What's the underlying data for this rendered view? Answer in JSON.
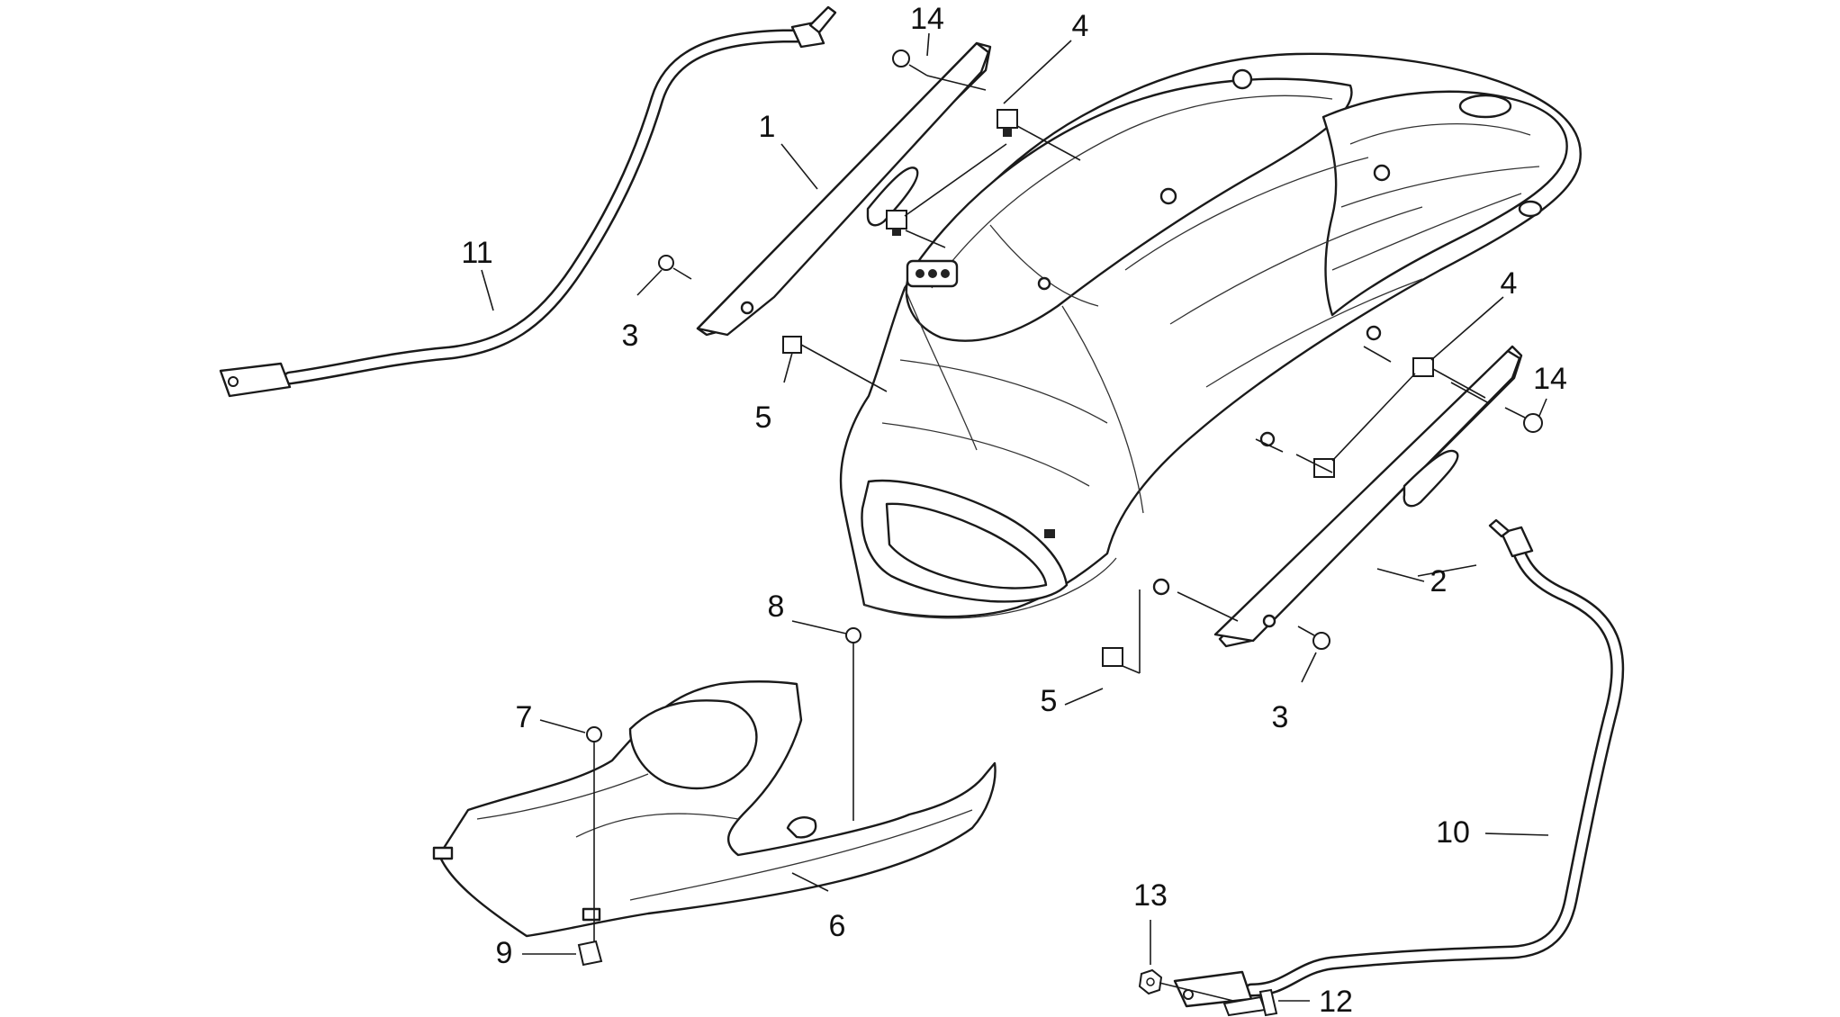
{
  "callouts": [
    {
      "id": "c1",
      "label": "1"
    },
    {
      "id": "c2",
      "label": "2"
    },
    {
      "id": "c3a",
      "label": "3"
    },
    {
      "id": "c3b",
      "label": "3"
    },
    {
      "id": "c4a",
      "label": "4"
    },
    {
      "id": "c4b",
      "label": "4"
    },
    {
      "id": "c5a",
      "label": "5"
    },
    {
      "id": "c5b",
      "label": "5"
    },
    {
      "id": "c6",
      "label": "6"
    },
    {
      "id": "c7",
      "label": "7"
    },
    {
      "id": "c8",
      "label": "8"
    },
    {
      "id": "c9",
      "label": "9"
    },
    {
      "id": "c10",
      "label": "10"
    },
    {
      "id": "c11",
      "label": "11"
    },
    {
      "id": "c12",
      "label": "12"
    },
    {
      "id": "c13",
      "label": "13"
    },
    {
      "id": "c14a",
      "label": "14"
    },
    {
      "id": "c14b",
      "label": "14"
    }
  ]
}
